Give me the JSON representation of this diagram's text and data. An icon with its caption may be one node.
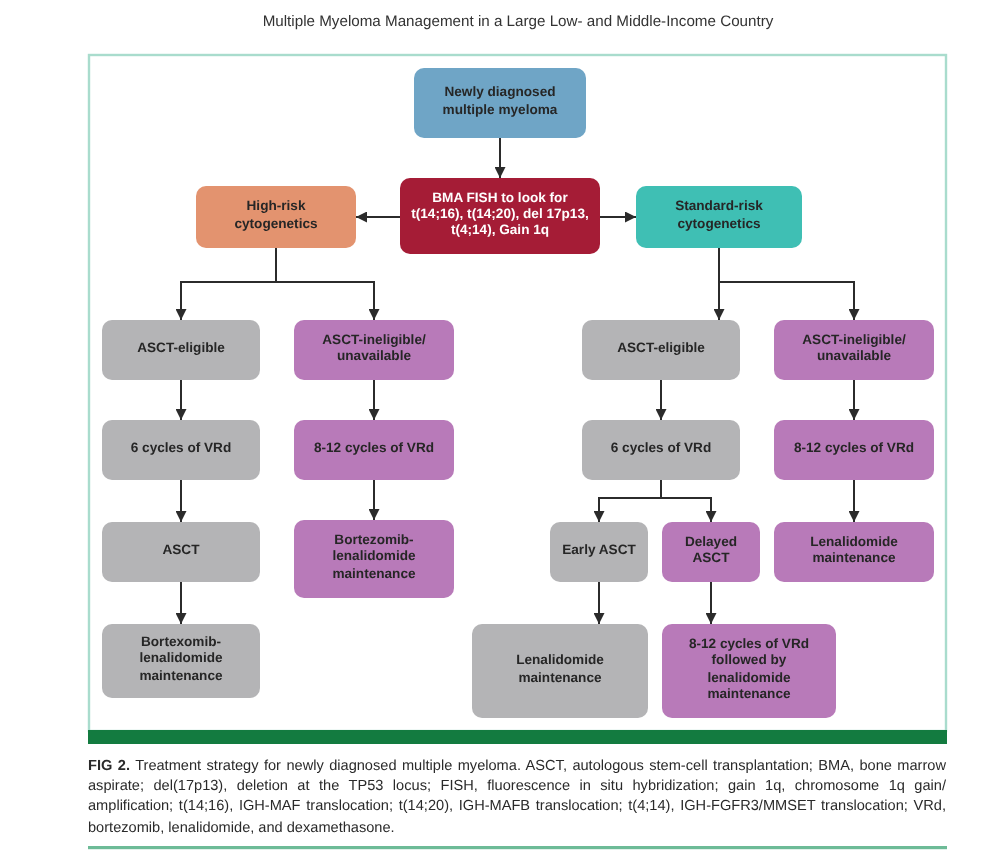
{
  "diagram": {
    "title": "Multiple Myeloma Management in a Large Low- and Middle-Income Country",
    "caption": "**FIG 2.** Treatment strategy for newly diagnosed multiple myeloma. ASCT, autologous stem-cell transplantation; BMA, bone marrow aspirate; del(17p13), deletion at the TP53 locus; FISH, fluorescence in situ hybridization; gain 1q, chromosome 1q gain/ amplification; t(14;16), IGH-MAF translocation; t(14;20), IGH-MAFB translocation; t(4;14), IGH-FGFR3/MMSET translocation; VRd, bortezomib, lenalidomide, and dexamethasone.",
    "nodes": [
      {
        "text": [
          "Newly diagnosed multiple myeloma"
        ]
      },
      {
        "text": [
          "High-risk cytogenetics"
        ]
      },
      {
        "text": [
          "BMA FISH to look for t(14;16), t(14;20), del 17p13, t(4;14), Gain 1q"
        ]
      },
      {
        "text": [
          "Standard-risk cytogenetics"
        ]
      },
      {
        "text": [
          "ASCT-eligible"
        ]
      },
      {
        "text": [
          "ASCT-ineligible/ unavailable"
        ]
      },
      {
        "text": [
          "ASCT-eligible"
        ]
      },
      {
        "text": [
          "ASCT-ineligible/ unavailable"
        ]
      },
      {
        "text": [
          "6 cycles of VRd"
        ]
      },
      {
        "text": [
          "8-12 cycles of VRd"
        ]
      },
      {
        "text": [
          "6 cycles of VRd"
        ]
      },
      {
        "text": [
          "8-12 cycles of VRd"
        ]
      },
      {
        "text": [
          "ASCT"
        ]
      },
      {
        "text": [
          "Bortezomib-lenalidomide maintenance"
        ]
      },
      {
        "text": [
          "Early ASCT"
        ]
      },
      {
        "text": [
          "Delayed ASCT"
        ]
      },
      {
        "text": [
          "Lenalidomide maintenance"
        ]
      },
      {
        "text": [
          "Bortexomib-lenalidomide maintenance"
        ]
      },
      {
        "text": [
          "Lenalidomide maintenance"
        ]
      },
      {
        "text": [
          "8-12 cycles of VRd followed by lenalidomide maintenance"
        ]
      }
    ],
    "edges": [
      {
        "from": 0,
        "to": 2,
        "arrow": "to"
      },
      {
        "from": 2,
        "to": 1,
        "arrow": "to"
      },
      {
        "from": 2,
        "to": 3,
        "arrow": "to"
      },
      {
        "from": 1,
        "to": 4,
        "arrow": "to"
      },
      {
        "from": 1,
        "to": 5,
        "arrow": "to"
      },
      {
        "from": 3,
        "to": 6,
        "arrow": "to"
      },
      {
        "from": 3,
        "to": 7,
        "arrow": "to"
      },
      {
        "from": 4,
        "to": 8,
        "arrow": "to"
      },
      {
        "from": 8,
        "to": 12,
        "arrow": "to"
      },
      {
        "from": 12,
        "to": 17,
        "arrow": "to"
      },
      {
        "from": 5,
        "to": 9,
        "arrow": "to"
      },
      {
        "from": 9,
        "to": 13,
        "arrow": "to"
      },
      {
        "from": 6,
        "to": 10,
        "arrow": "to"
      },
      {
        "from": 10,
        "to": 14,
        "arrow": "to"
      },
      {
        "from": 10,
        "to": 15,
        "arrow": "to"
      },
      {
        "from": 14,
        "to": 18,
        "arrow": "to"
      },
      {
        "from": 15,
        "to": 19,
        "arrow": "to"
      },
      {
        "from": 7,
        "to": 11,
        "arrow": "to"
      },
      {
        "from": 11,
        "to": 16,
        "arrow": "to"
      }
    ]
  }
}
